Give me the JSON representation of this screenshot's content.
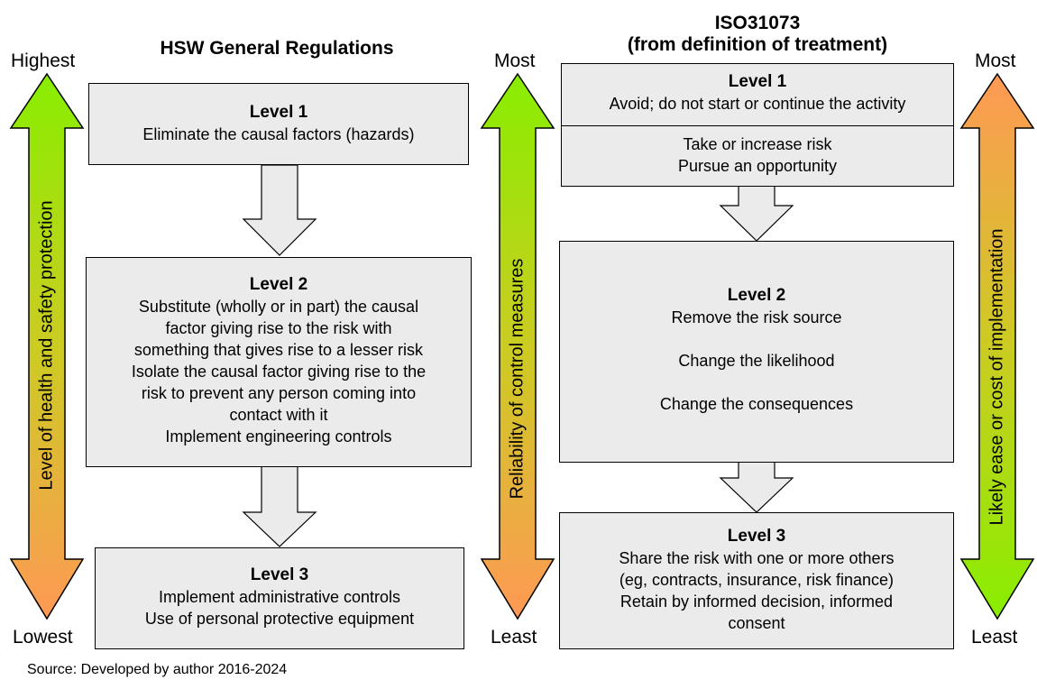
{
  "left_panel": {
    "heading": "HSW General Regulations",
    "scale_top": "Highest",
    "scale_bottom": "Lowest",
    "axis_label": "Level of health and safety protection",
    "level1": {
      "title": "Level 1",
      "lines": [
        "Eliminate the causal factors (hazards)"
      ]
    },
    "level2": {
      "title": "Level 2",
      "lines": [
        "Substitute (wholly or in part) the causal",
        "factor giving rise to the risk with",
        "something that gives rise to a lesser risk",
        "Isolate the causal factor giving rise to the",
        "risk to prevent any person coming into",
        "contact with it",
        "Implement engineering controls"
      ]
    },
    "level3": {
      "title": "Level 3",
      "lines": [
        "Implement administrative controls",
        "Use of personal protective equipment"
      ]
    }
  },
  "middle_scale": {
    "top": "Most",
    "bottom": "Least",
    "axis_label": "Reliability of control measures"
  },
  "right_panel": {
    "heading_line1": "ISO31073",
    "heading_line2": "(from definition of treatment)",
    "scale_top": "Most",
    "scale_bottom": "Least",
    "axis_label": "Likely ease or cost of implementation",
    "level1": {
      "title": "Level 1",
      "lines_a": [
        "Avoid; do not start or continue the activity"
      ],
      "lines_b": [
        "Take or increase risk",
        "Pursue an opportunity"
      ]
    },
    "level2": {
      "title": "Level 2",
      "lines": [
        "Remove the risk source",
        "Change the likelihood",
        "Change the consequences"
      ]
    },
    "level3": {
      "title": "Level 3",
      "lines": [
        "Share the risk with one or more others",
        "(eg, contracts, insurance, risk finance)",
        "Retain by informed decision, informed",
        "consent"
      ]
    }
  },
  "source": "Source: Developed by author 2016-2024",
  "colors": {
    "box_fill": "#ebebeb",
    "arrow_green": "#88ee00",
    "arrow_orange": "#ff9955",
    "flow_arrow_fill": "#ebebeb"
  }
}
